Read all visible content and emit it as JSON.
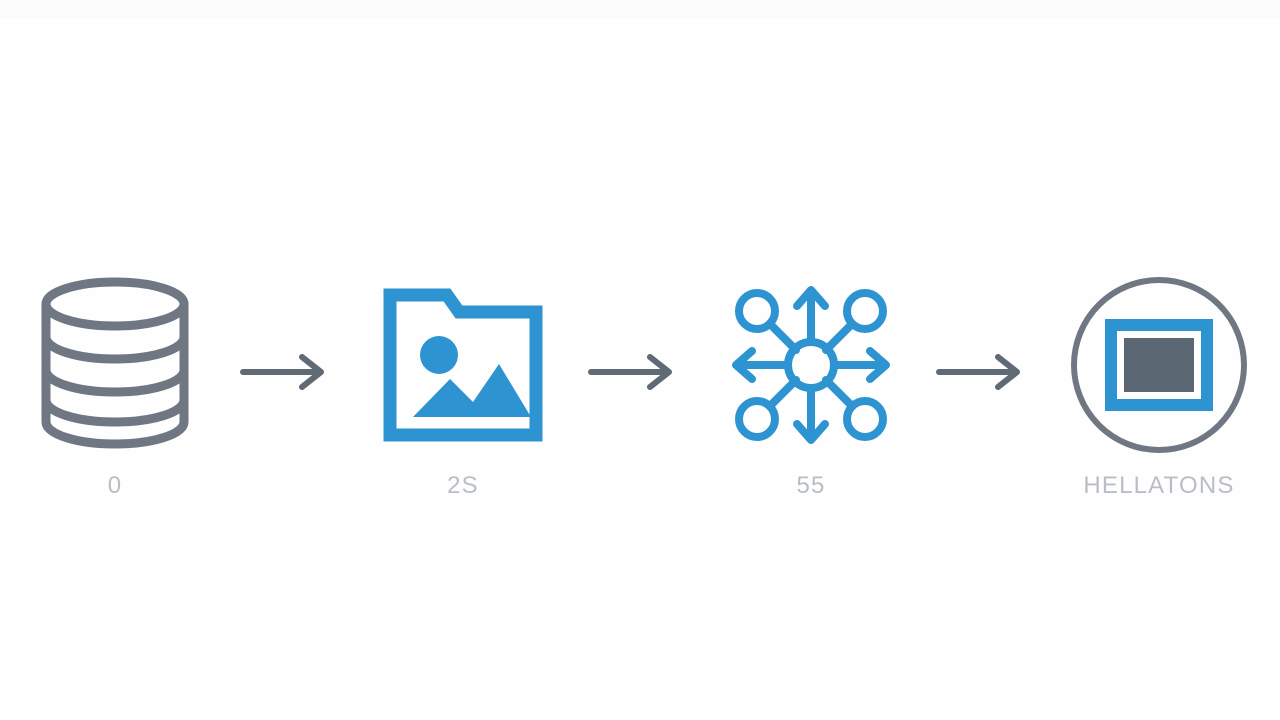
{
  "diagram": {
    "title": "",
    "type": "horizontal-pipeline-flow",
    "background_color": "#fefefe",
    "colors": {
      "accent_blue": "#2d94d1",
      "blue_dark": "#1f86c4",
      "gray_icon": "#6e7782",
      "gray_arrow": "#5f6a75",
      "label_gray": "#b9bec6"
    },
    "stages": [
      {
        "icon": "database-icon",
        "icon_color": "#6e7782",
        "label": "0"
      },
      {
        "icon": "image-folder-icon",
        "icon_color": "#2d94d1",
        "label": "2S"
      },
      {
        "icon": "distribution-network-icon",
        "icon_color": "#2d94d1",
        "label": "55"
      },
      {
        "icon": "framed-display-circle-icon",
        "icon_color": "#2d94d1",
        "label": "HELLATONS"
      }
    ],
    "connectors": [
      {
        "icon": "arrow-right-icon",
        "color": "#5f6a75"
      },
      {
        "icon": "arrow-right-icon",
        "color": "#5f6a75"
      },
      {
        "icon": "arrow-right-icon",
        "color": "#5f6a75"
      },
      {
        "icon": "arrow-right-icon",
        "color": "#5f6a75"
      }
    ]
  }
}
